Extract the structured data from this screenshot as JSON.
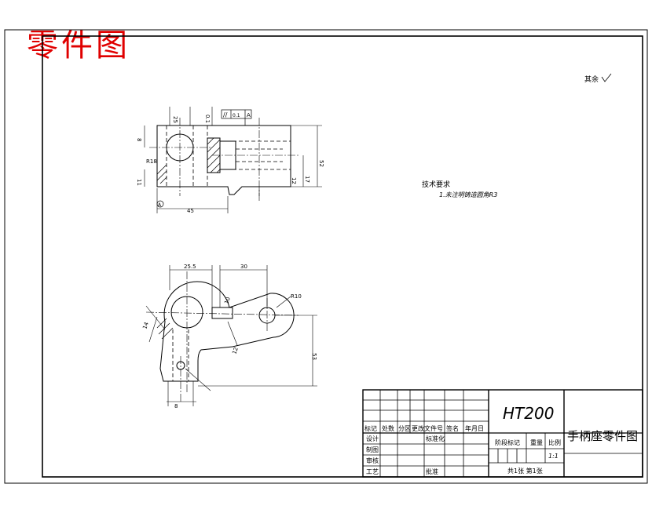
{
  "header": {
    "red_title": "零件图"
  },
  "surface_finish_note": "其余",
  "tech_requirements": {
    "heading": "技术要求",
    "item1": "1.未注明铸造圆角R3"
  },
  "title_block": {
    "material": "HT200",
    "part_name": "手柄座零件图",
    "scale_value": "1:1",
    "sheets": "共1张  第1张",
    "labels": {
      "mark": "标记",
      "count": "处数",
      "zone": "分区",
      "change_doc": "更改文件号",
      "signature": "签名",
      "date": "年月日",
      "design": "设计",
      "standardize": "标准化",
      "draw": "制图",
      "review": "审核",
      "process": "工艺",
      "approve": "批准",
      "stage_mark": "阶段标记",
      "weight": "重量",
      "scale": "比例"
    }
  },
  "dimensions": {
    "top_view": {
      "d45": "45",
      "d52": "52",
      "d17": "17",
      "d8": "8",
      "d11": "11",
      "d12": "12",
      "r18": "R18",
      "d25": "25",
      "tol": "0.1",
      "gdt_sym": "//",
      "gdt_tol": "0.1",
      "gdt_ref": "A",
      "datum": "A"
    },
    "front_view": {
      "d25_5": "25.5",
      "d30": "30",
      "d53": "53",
      "r10": "R10",
      "d14": "14",
      "d8": "8",
      "d12": "12",
      "d10": "10"
    }
  },
  "colors": {
    "title_red": "#e00000",
    "line": "#000000"
  }
}
